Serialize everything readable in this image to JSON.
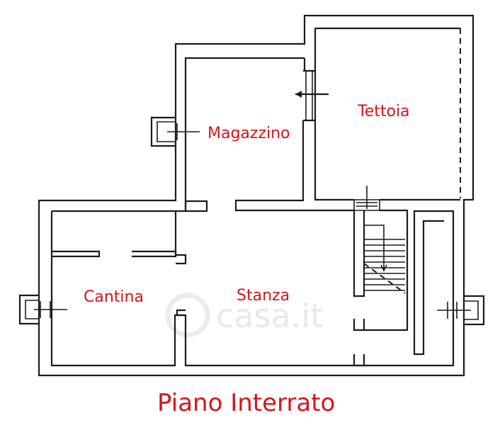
{
  "rooms": {
    "magazzino": "Magazzino",
    "tettoia": "Tettoia",
    "cantina": "Cantina",
    "stanza": "Stanza"
  },
  "title": "Piano Interrato",
  "watermark": "casa.it",
  "colors": {
    "label": "#d6141c",
    "wall": "#1b1b1b",
    "watermark": "#e9e9e9"
  }
}
